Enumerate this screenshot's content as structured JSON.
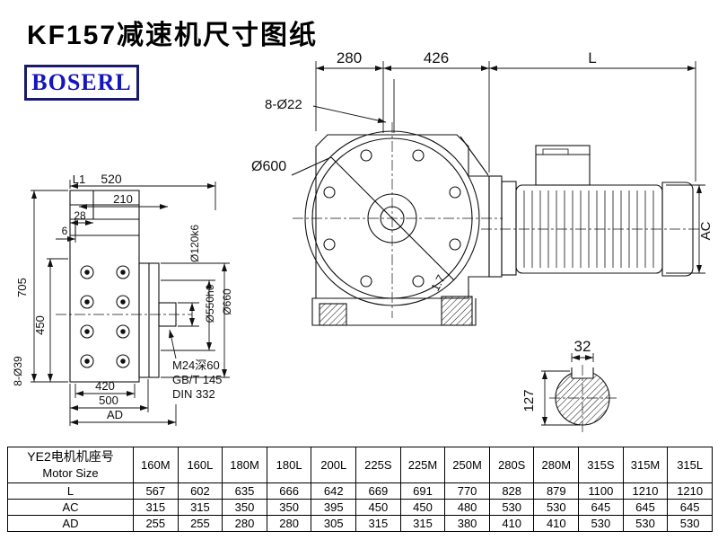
{
  "page": {
    "title": "KF157减速机尺寸图纸",
    "logo": "BOSERL"
  },
  "drawing": {
    "top_dims": {
      "d280": "280",
      "d426": "426",
      "dL": "L"
    },
    "front_view": {
      "bolt_holes": "8-Ø22",
      "flange_dia": "Ø600",
      "motor_dia": "AC",
      "angle": "1.7"
    },
    "side_view": {
      "dL1": "L1",
      "d520": "520",
      "d210": "210",
      "d28": "28",
      "d6": "6",
      "d705": "705",
      "d450": "450",
      "bolt_holes": "8-Ø39",
      "d420": "420",
      "d500": "500",
      "dAD": "AD",
      "shaft_dia": "Ø120k6",
      "spigot_dia": "Ø550h6",
      "flange_dia": "Ø660",
      "note_thread": "M24深60",
      "note_std1": "GB/T 145",
      "note_std2": "DIN 332"
    },
    "shaft_section": {
      "key_width": "32",
      "height": "127"
    }
  },
  "table": {
    "row_header_line1": "YE2电机机座号",
    "row_header_line2": "Motor Size",
    "columns": [
      "160M",
      "160L",
      "180M",
      "180L",
      "200L",
      "225S",
      "225M",
      "250M",
      "280S",
      "280M",
      "315S",
      "315M",
      "315L"
    ],
    "rows": [
      {
        "label": "L",
        "values": [
          "567",
          "602",
          "635",
          "666",
          "642",
          "669",
          "691",
          "770",
          "828",
          "879",
          "1100",
          "1210",
          "1210"
        ]
      },
      {
        "label": "AC",
        "values": [
          "315",
          "315",
          "350",
          "350",
          "395",
          "450",
          "450",
          "480",
          "530",
          "530",
          "645",
          "645",
          "645"
        ]
      },
      {
        "label": "AD",
        "values": [
          "255",
          "255",
          "280",
          "280",
          "305",
          "315",
          "315",
          "380",
          "410",
          "410",
          "530",
          "530",
          "530"
        ]
      }
    ]
  }
}
